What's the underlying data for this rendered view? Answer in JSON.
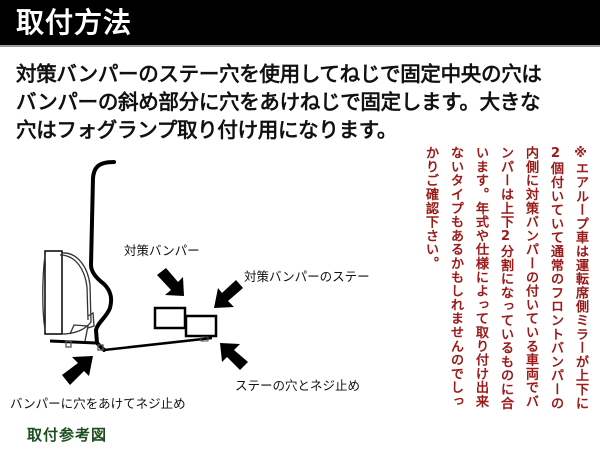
{
  "header": {
    "title": "取付方法"
  },
  "intro": {
    "lines": [
      "対策バンパーのステー穴を使用してねじで固定中央の穴は",
      "バンパーの斜め部分に穴をあけねじで固定します。大きな",
      "穴はフォグランプ取り付け用になります。"
    ]
  },
  "diagram": {
    "labels": {
      "countermeasure_bumper": "対策バンパー",
      "countermeasure_bumper_stay": "対策バンパーのステー",
      "stay_hole_screw": "ステーの穴とネジ止め",
      "bumper_drill_screw": "バンパーに穴をあけてネジ止め"
    },
    "caption": "取付参考図"
  },
  "notes": {
    "columns": [
      "※エアループ車は運転席側ミラーが上下に",
      "2個付いていて通常のフロントバンパーの",
      "内側に対策バンパーの付いている車両でバ",
      "ンパーは上下2分割になっているものに合",
      "います。年式や仕様によって取り付け出来",
      "ないタイプもあるかもしれませんのでしっ",
      "かりご確認下さい。"
    ],
    "color": "#9b1a1a"
  }
}
